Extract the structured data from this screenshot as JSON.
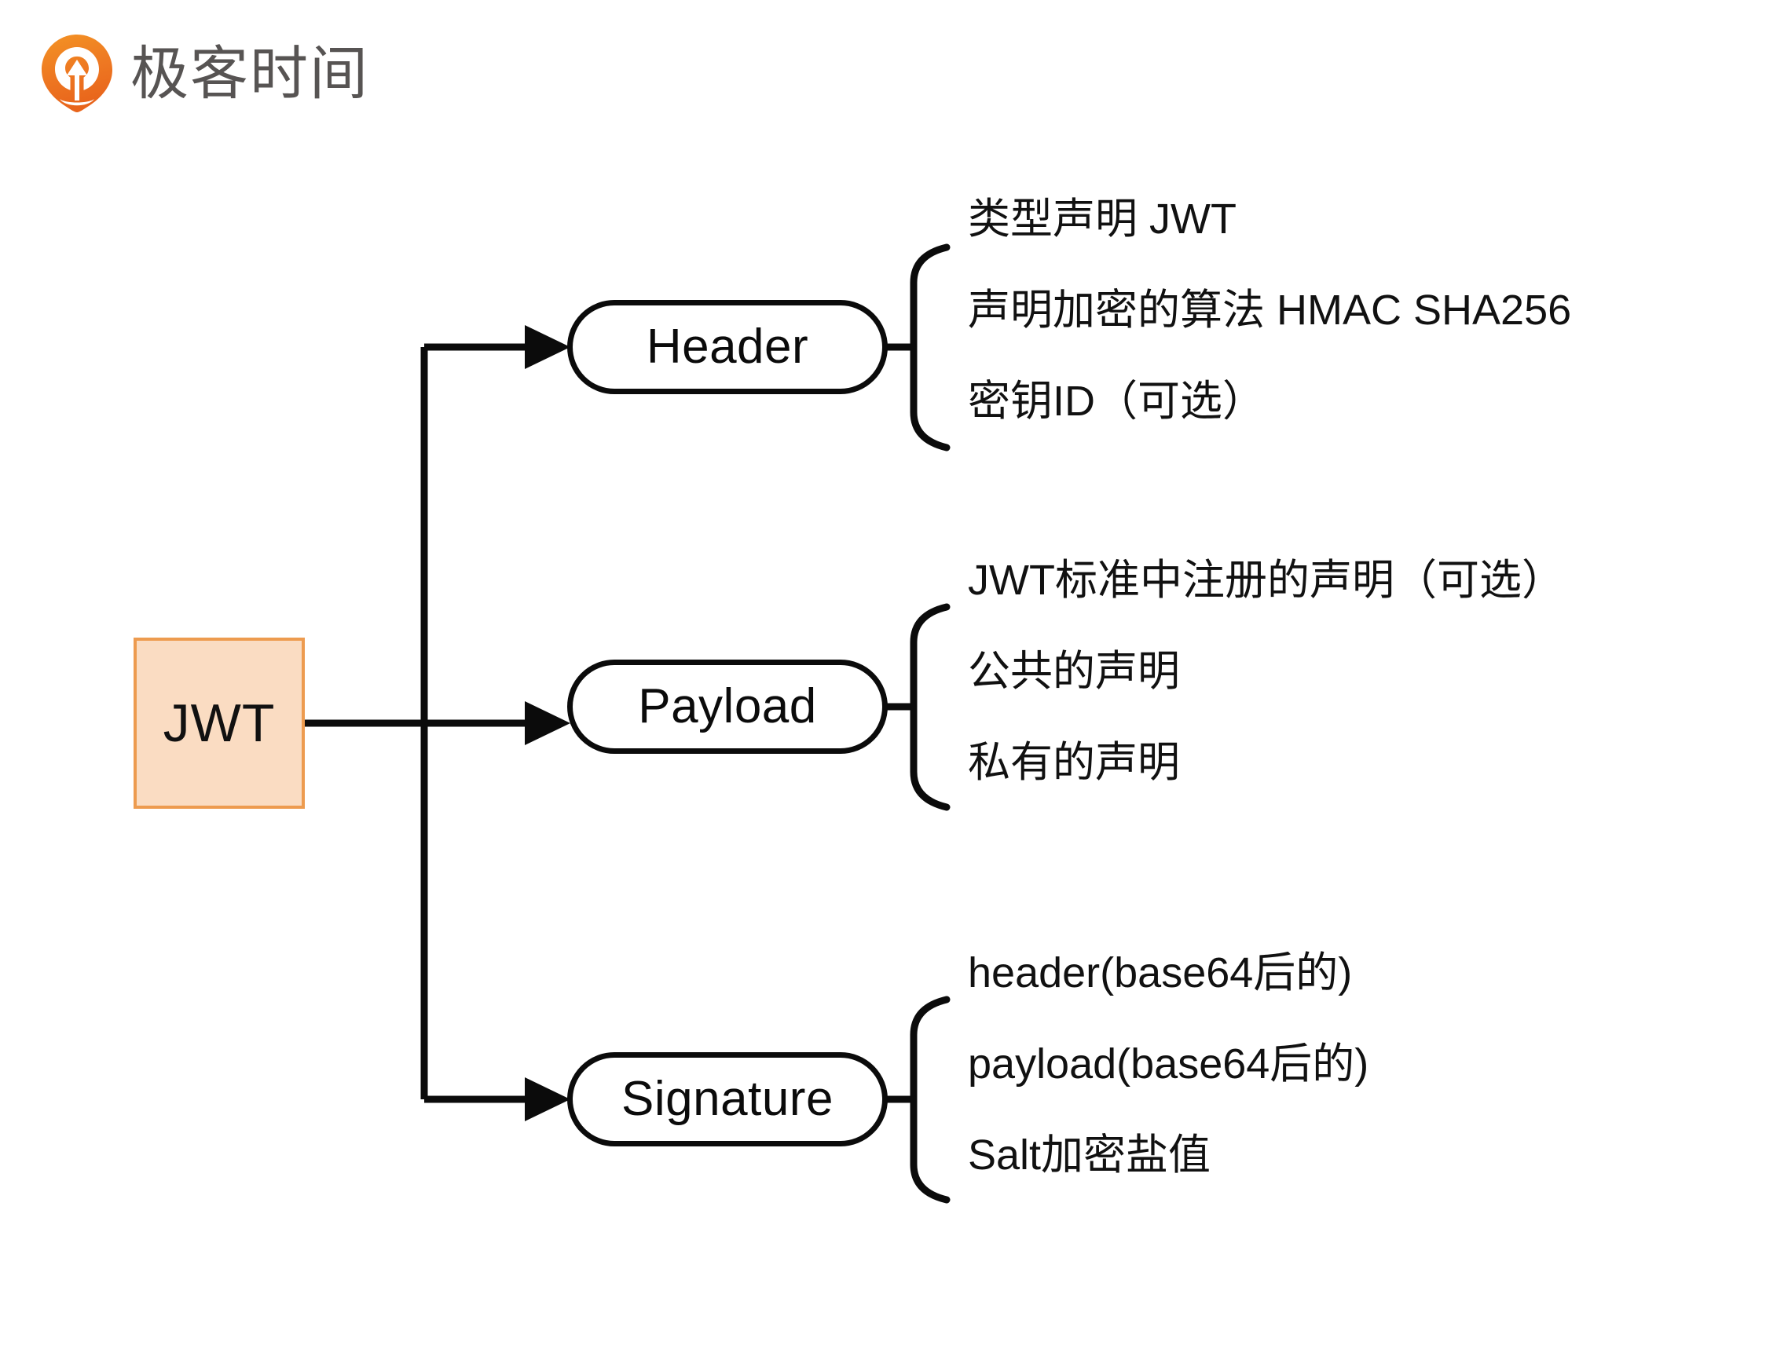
{
  "brand": {
    "logo_icon": "geektime-pin-icon",
    "name": "极客时间",
    "logo_color": "#ee7822",
    "word_color": "#575453"
  },
  "diagram": {
    "type": "tree",
    "root": {
      "label": "JWT",
      "fill": "#fadcc2",
      "border": "#ed9b4f"
    },
    "branches": [
      {
        "label": "Header",
        "details": [
          "类型声明 JWT",
          "声明加密的算法 HMAC SHA256",
          "密钥ID（可选）"
        ]
      },
      {
        "label": "Payload",
        "details": [
          "JWT标准中注册的声明（可选）",
          "公共的声明",
          "私有的声明"
        ]
      },
      {
        "label": "Signature",
        "details": [
          "header(base64后的)",
          "payload(base64后的)",
          "Salt加密盐值"
        ]
      }
    ],
    "line_color": "#0b0b0b",
    "text_color": "#111111"
  }
}
